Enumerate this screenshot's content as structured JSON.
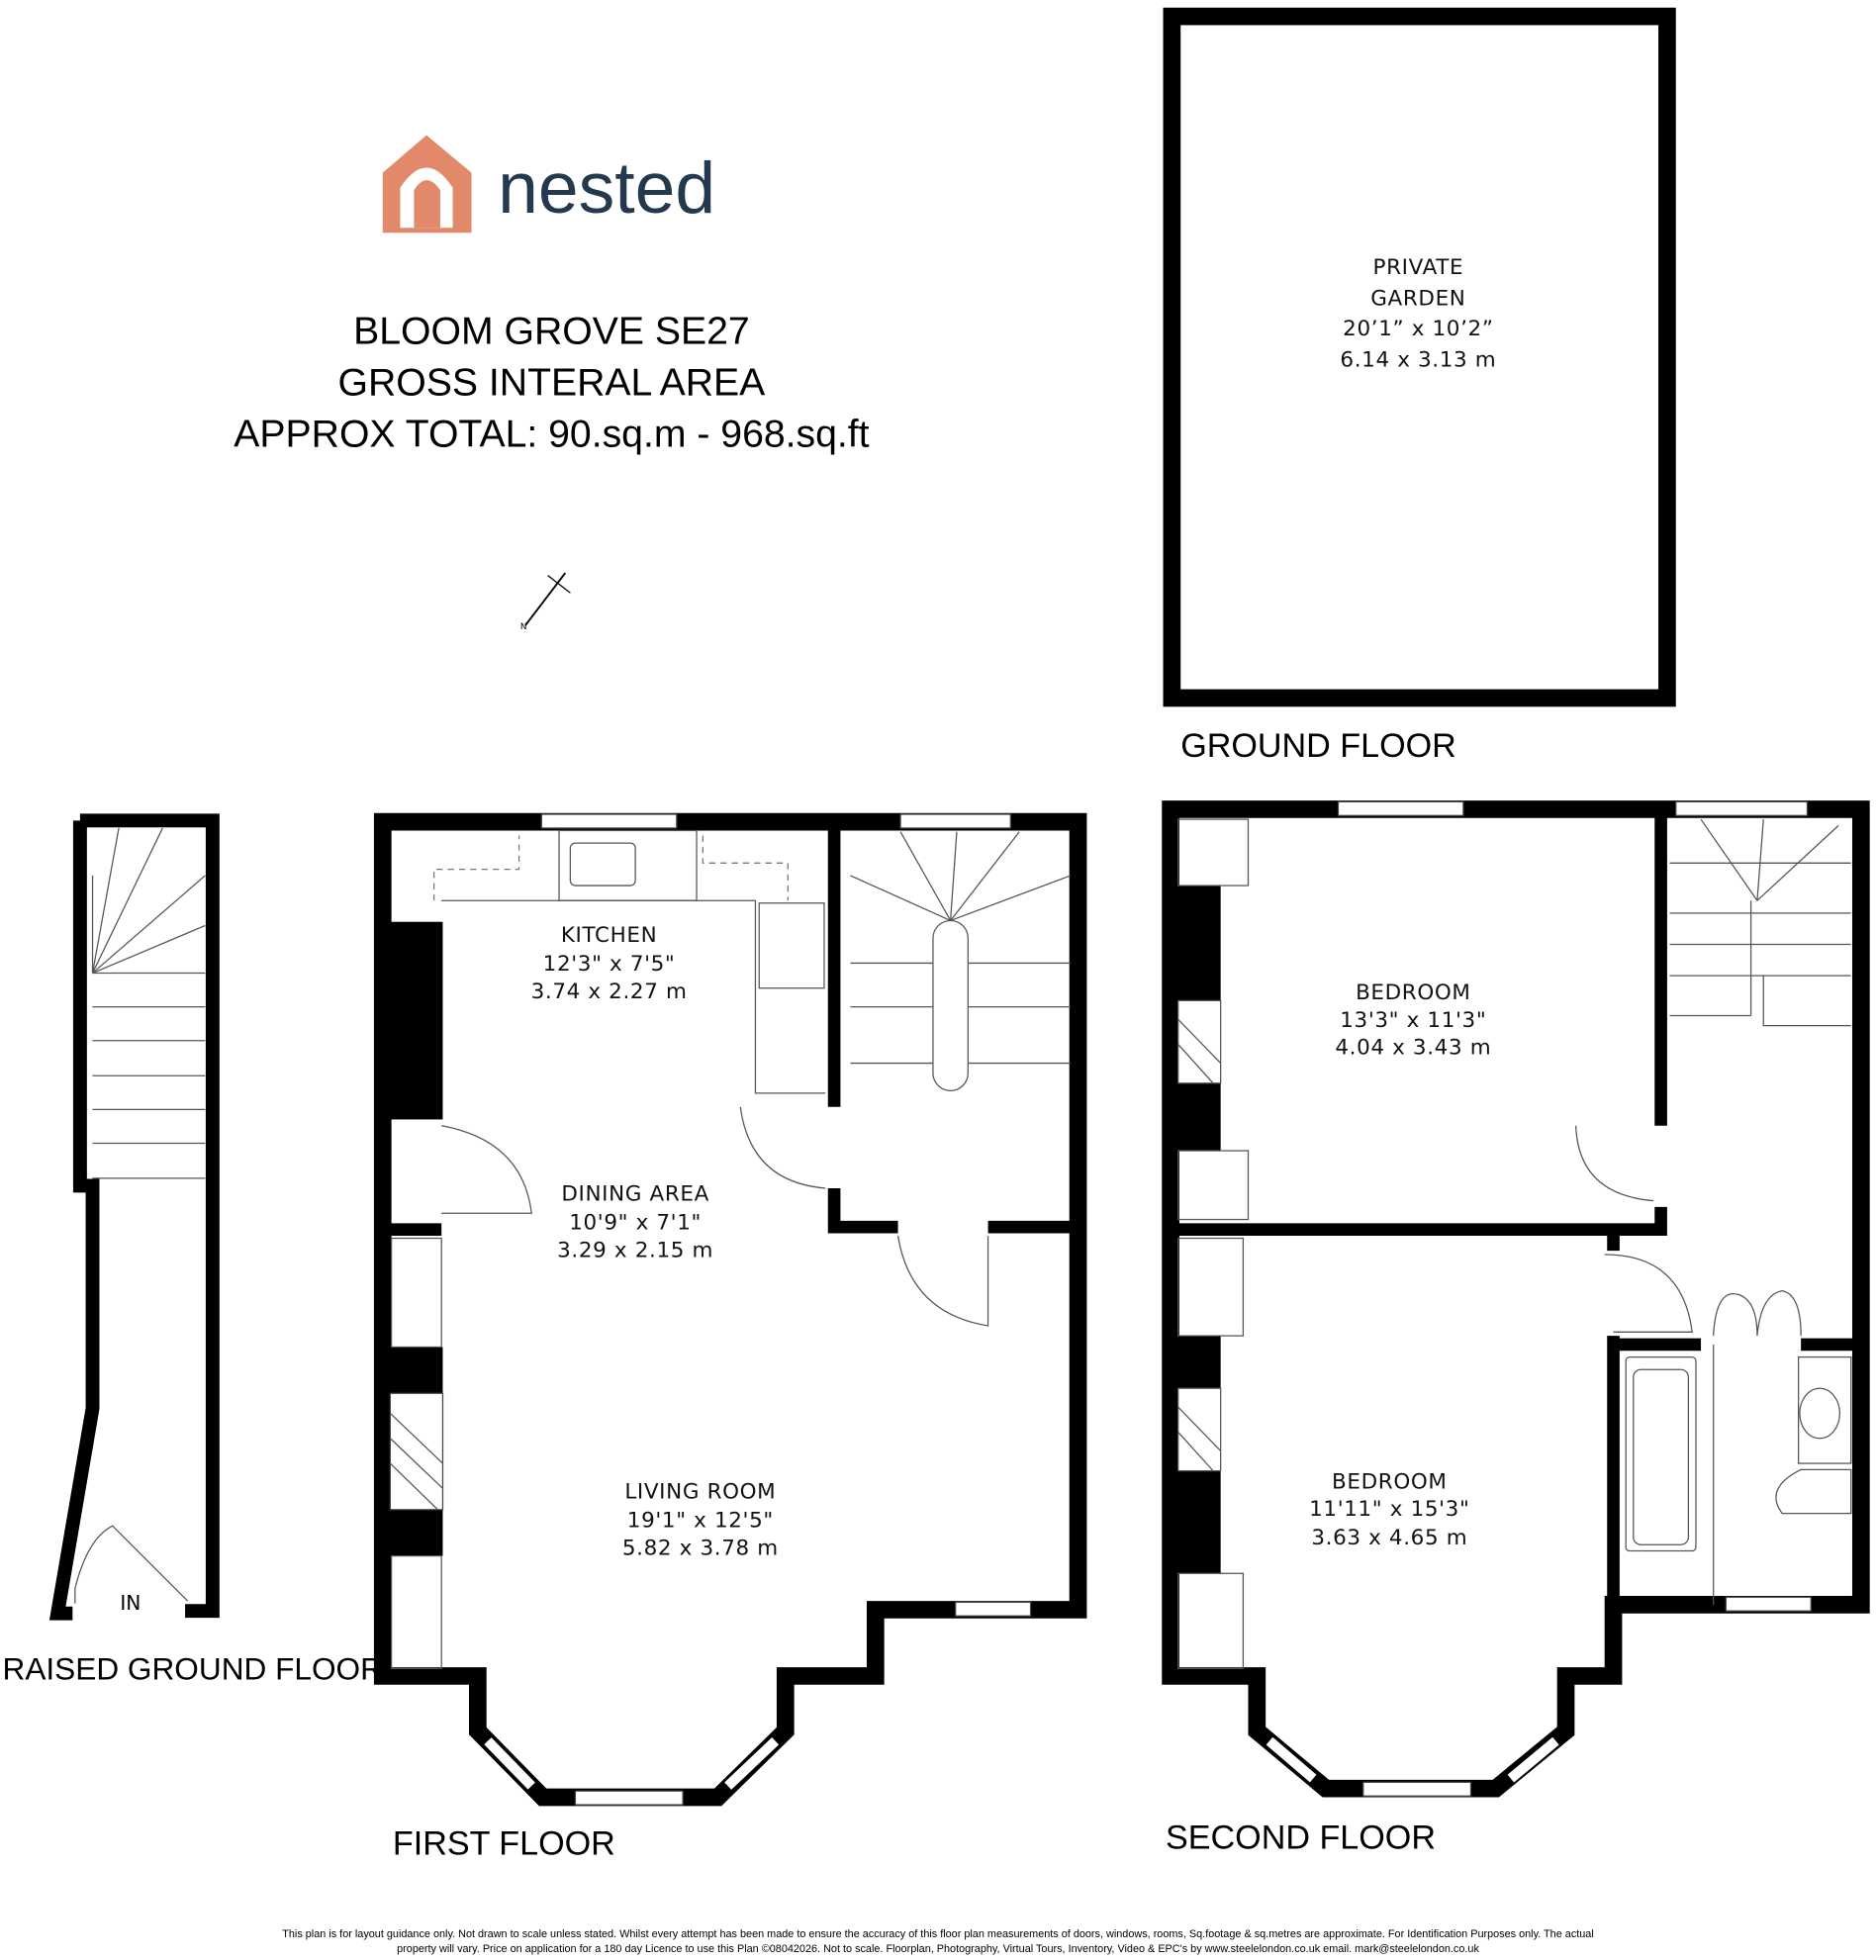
{
  "logo": {
    "wordmark": "nested",
    "house_color": "#e3896b",
    "text_color": "#24394e"
  },
  "header": {
    "address": "BLOOM GROVE SE27",
    "subtitle": "GROSS INTERAL AREA",
    "total": "APPROX TOTAL: 90.sq.m - 968.sq.ft"
  },
  "compass": {
    "label": "N"
  },
  "floors": {
    "ground": {
      "label": "GROUND FLOOR",
      "rooms": [
        {
          "name": "PRIVATE",
          "name2": "GARDEN",
          "imperial": "20’1” x 10’2”",
          "metric": "6.14 x 3.13 m"
        }
      ]
    },
    "raised_ground": {
      "label": "RAISED GROUND FLOOR",
      "entrance": "IN"
    },
    "first": {
      "label": "FIRST FLOOR",
      "rooms": [
        {
          "name": "KITCHEN",
          "imperial": "12'3\" x 7'5\"",
          "metric": "3.74 x 2.27 m"
        },
        {
          "name": "DINING AREA",
          "imperial": "10'9\" x 7'1\"",
          "metric": "3.29 x 2.15 m"
        },
        {
          "name": "LIVING ROOM",
          "imperial": "19'1\" x 12'5\"",
          "metric": "5.82 x 3.78 m"
        }
      ]
    },
    "second": {
      "label": "SECOND FLOOR",
      "rooms": [
        {
          "name": "BEDROOM",
          "imperial": "13'3\" x 11'3\"",
          "metric": "4.04 x 3.43 m"
        },
        {
          "name": "BEDROOM",
          "imperial": "11'11\" x 15'3\"",
          "metric": "3.63 x 4.65 m"
        }
      ]
    }
  },
  "disclaimer": {
    "line1": "This plan is for layout guidance only. Not drawn to scale unless stated. Whilst every attempt has been made to ensure the accuracy of this floor plan measurements of doors, windows, rooms, Sq.footage & sq.metres are approximate. For Identification Purposes only. The actual",
    "line2": "property will vary. Price on application for a 180 day Licence to use this Plan ©08042026. Not to scale. Floorplan, Photography, Virtual Tours, Inventory, Video & EPC's by www.steelelondon.co.uk  email. mark@steelelondon.co.uk"
  }
}
